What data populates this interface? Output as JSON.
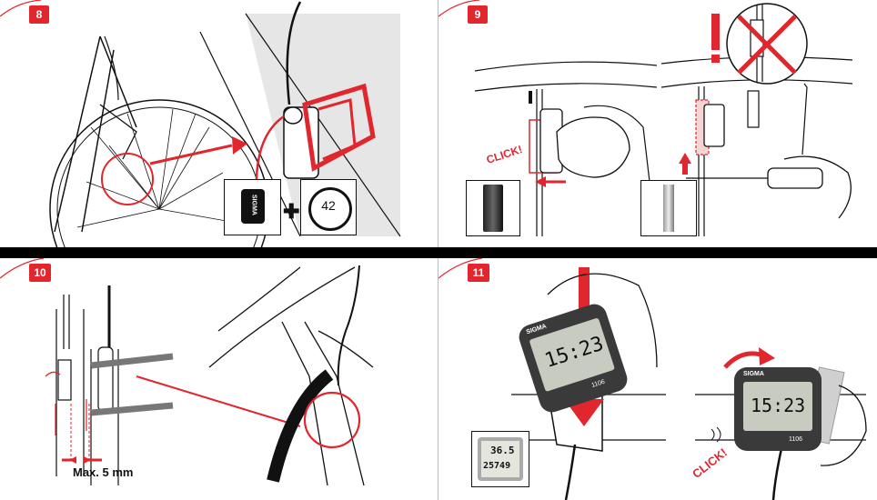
{
  "steps": {
    "s8": {
      "number": "8",
      "magnet_label": "42",
      "logo": "SIGMA"
    },
    "s9": {
      "number": "9",
      "click_label": "CLICK!"
    },
    "s10": {
      "number": "10",
      "max_label": "Max. 5 mm"
    },
    "s11": {
      "number": "11",
      "click_label": "CLICK!",
      "computer_brand": "SIGMA",
      "display_time": "15:23",
      "display_time_small": "15:23",
      "model": "1106",
      "inset_speed": "36.5",
      "inset_dist": "25749"
    }
  },
  "colors": {
    "accent": "#e1262d",
    "ink": "#111111"
  }
}
